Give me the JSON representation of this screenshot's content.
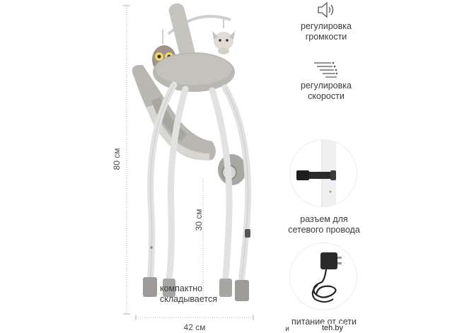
{
  "dimensions": {
    "height": "80 см",
    "width": "42 см",
    "seat_height": "30 см"
  },
  "features": {
    "volume": {
      "line1": "регулировка",
      "line2": "громкости",
      "icon": "speaker-icon"
    },
    "speed": {
      "line1": "регулировка",
      "line2": "скорости",
      "icon": "speed-lines-icon"
    },
    "connector": {
      "line1": "разъем для",
      "line2": "сетевого провода"
    },
    "power": {
      "line1": "питание от сети",
      "line2": "и"
    }
  },
  "folding": {
    "line1": "компактно",
    "line2": "складывается"
  },
  "watermark": "teh.by",
  "colors": {
    "frame": "#e9e9e9",
    "fabric": "#b9b7b2",
    "fabric_dark": "#8e8c88",
    "dimension_line": "#b5b5b5"
  }
}
